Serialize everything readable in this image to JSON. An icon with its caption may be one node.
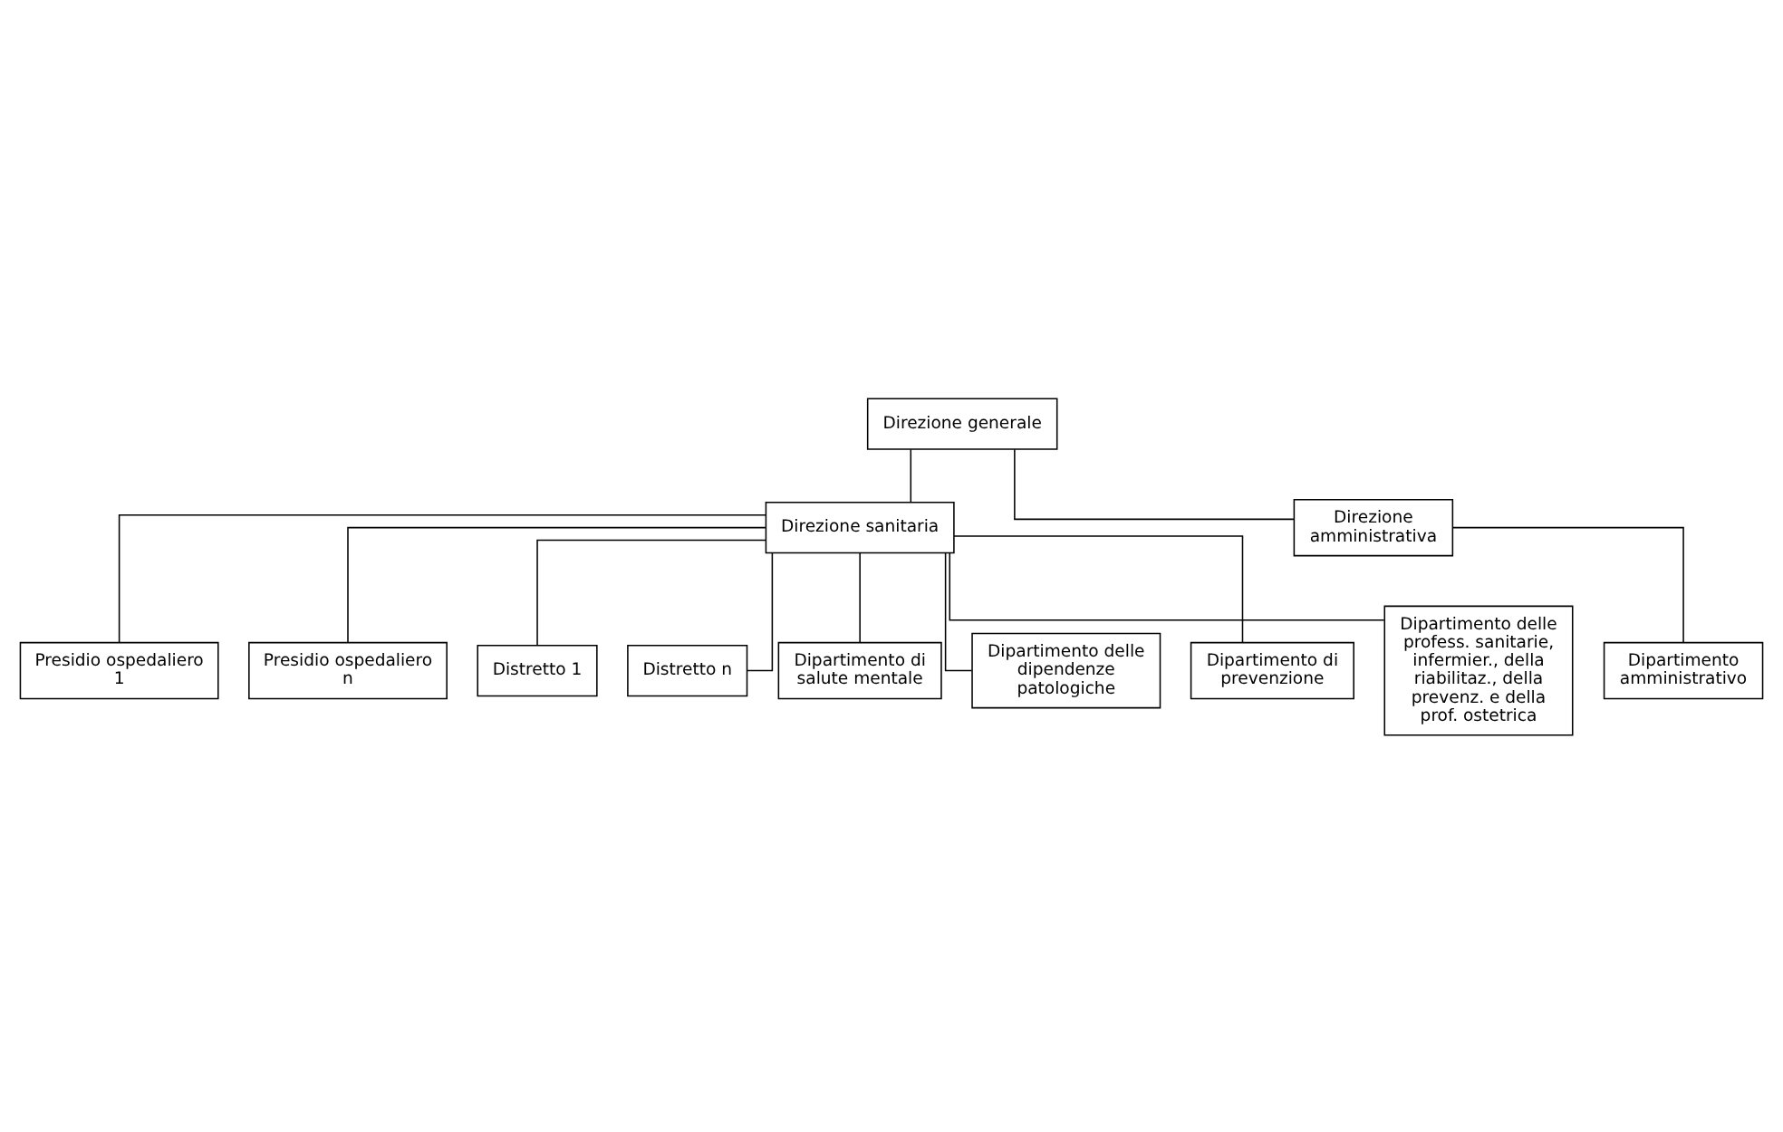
{
  "diagram": {
    "nodes": [
      {
        "text": [
          "Direzione generale"
        ]
      },
      {
        "text": [
          "Direzione sanitaria"
        ]
      },
      {
        "text": [
          "Direzione amministrativa"
        ]
      },
      {
        "text": [
          "Presidio ospedaliero 1"
        ]
      },
      {
        "text": [
          "Presidio ospedaliero n"
        ]
      },
      {
        "text": [
          "Distretto 1"
        ]
      },
      {
        "text": [
          "Distretto n"
        ]
      },
      {
        "text": [
          "Dipartimento di salute mentale"
        ]
      },
      {
        "text": [
          "Dipartimento delle dipendenze patologiche"
        ]
      },
      {
        "text": [
          "Dipartimento di prevenzione"
        ]
      },
      {
        "text": [
          "Dipartimento delle profess. sanitarie, infermier., della riabilitaz., della prevenz. e della prof. ostetrica"
        ]
      },
      {
        "text": [
          "Dipartimento amministrativo"
        ]
      }
    ],
    "edges": [
      {
        "from": 0,
        "to": 1,
        "arrow": "none"
      },
      {
        "from": 0,
        "to": 2,
        "arrow": "none"
      },
      {
        "from": 1,
        "to": 3,
        "arrow": "none"
      },
      {
        "from": 1,
        "to": 4,
        "arrow": "none"
      },
      {
        "from": 1,
        "to": 5,
        "arrow": "none"
      },
      {
        "from": 1,
        "to": 6,
        "arrow": "none"
      },
      {
        "from": 1,
        "to": 7,
        "arrow": "none"
      },
      {
        "from": 1,
        "to": 8,
        "arrow": "none"
      },
      {
        "from": 1,
        "to": 9,
        "arrow": "none"
      },
      {
        "from": 1,
        "to": 10,
        "arrow": "none"
      },
      {
        "from": 2,
        "to": 11,
        "arrow": "none"
      }
    ]
  }
}
